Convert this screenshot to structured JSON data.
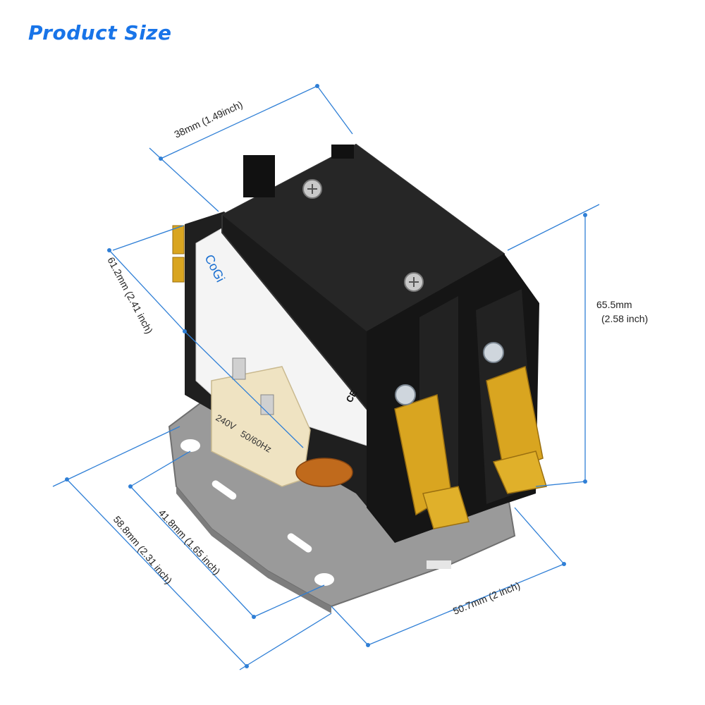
{
  "title": "Product Size",
  "dimensions": {
    "top_width": "38mm (1.49inch)",
    "left_depth": "61.2mm (2.41 inch)",
    "height_mm": "65.5mm",
    "height_in": "(2.58 inch)",
    "base_inner": "41.8mm (1.65 inch)",
    "base_outer": "58.8mm (2.31 inch)",
    "base_width": "50.7mm (2 inch)"
  },
  "product_label": {
    "brand": "CoGi",
    "voltage": "240V",
    "frequency": "50/60Hz",
    "ce": "CE"
  },
  "colors": {
    "title": "#1874e8",
    "dimension_line": "#2f7fd6",
    "body": "#1a1a1a",
    "base_plate": "#9a9a9a",
    "terminal_brass": "#d9a520",
    "coil_housing": "#efe3c2"
  }
}
